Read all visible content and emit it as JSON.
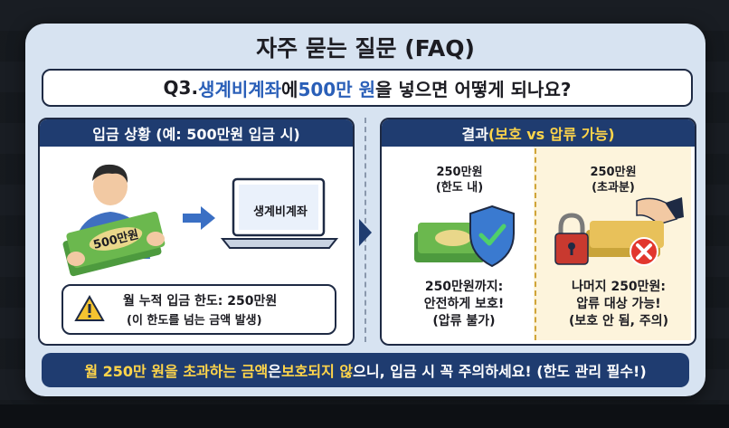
{
  "title": "자주 묻는 질문 (FAQ)",
  "question": {
    "prefix": "Q3. ",
    "term": "생계비계좌",
    "mid": "에 ",
    "amount": "500만 원",
    "suffix": "을 넣으면 어떻게 되나요?"
  },
  "left_panel": {
    "header": "입금 상황 (예: 500만원 입금 시)",
    "money_label": "500만원",
    "laptop_label": "생계비계좌",
    "warning_line1": "월 누적 입금 한도: 250만원",
    "warning_line2": "(이 한도를 넘는 금액 발생)"
  },
  "right_panel": {
    "header_prefix": "결과 ",
    "header_highlight": "(보호 vs 압류 가능)",
    "protected": {
      "amount_line1": "250만원",
      "amount_line2": "(한도 내)",
      "desc_line1": "250만원까지:",
      "desc_line2": "안전하게 보호!",
      "desc_line3": "(압류 불가)"
    },
    "seizable": {
      "amount_line1": "250만원",
      "amount_line2": "(초과분)",
      "desc_line1": "나머지 250만원:",
      "desc_line2": "압류 대상 가능!",
      "desc_line3": "(보호 안 됨, 주의)"
    }
  },
  "footer": {
    "highlight1": "월 250만 원을 초과하는 금액",
    "mid": "은 ",
    "highlight2": "보호되지 않",
    "suffix": "으니, 입금 시 꼭 주의하세요! (한도 관리 필수!)"
  },
  "colors": {
    "navy": "#1f3c70",
    "accent_blue": "#2a5fb8",
    "highlight_yellow": "#ffd54a",
    "card_bg": "#d7e3f1"
  },
  "icons": [
    "person-icon",
    "arrow-right-icon",
    "laptop-icon",
    "warning-icon",
    "shield-check-icon",
    "lock-x-icon",
    "money-stack-icon",
    "hand-icon"
  ]
}
